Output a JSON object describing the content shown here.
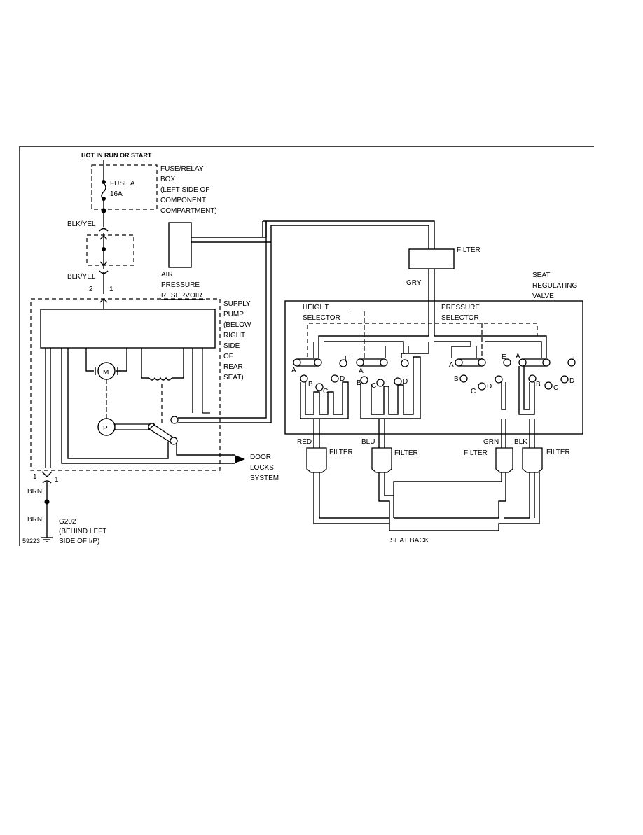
{
  "header": {
    "power_label": "HOT IN RUN OR START"
  },
  "fuse_box": {
    "fuse_name": "FUSE A",
    "fuse_rating": "16A",
    "box_line1": "FUSE/RELAY",
    "box_line2": "BOX",
    "box_line3": "(LEFT SIDE OF",
    "box_line4": "COMPONENT",
    "box_line5": "COMPARTMENT)"
  },
  "wires": {
    "blk_yel_upper": "BLK/YEL",
    "blk_yel_lower": "BLK/YEL",
    "brn_upper": "BRN",
    "brn_lower": "BRN",
    "red": "RED",
    "blu": "BLU",
    "grn": "GRN",
    "blk": "BLK",
    "gry": "GRY"
  },
  "connector": {
    "pin_2": "2",
    "pin_1_top": "1",
    "pin_1_left": "1",
    "pin_1_right": "1"
  },
  "reservoir": {
    "line1": "AIR",
    "line2": "PRESSURE",
    "line3": "RESERVOIR"
  },
  "supply_pump": {
    "line1": "SUPPLY",
    "line2": "PUMP",
    "line3": "(BELOW",
    "line4": "RIGHT",
    "line5": "SIDE",
    "line6": "OF",
    "line7": "REAR",
    "line8": "SEAT)",
    "motor_symbol": "M",
    "pump_symbol": "P"
  },
  "door_locks": {
    "line1": "DOOR",
    "line2": "LOCKS",
    "line3": "SYSTEM"
  },
  "ground": {
    "name": "G202",
    "line2": "(BEHIND LEFT",
    "line3": "SIDE OF I/P)"
  },
  "filters": {
    "top": "FILTER",
    "red": "FILTER",
    "blu": "FILTER",
    "grn": "FILTER",
    "blk": "FILTER"
  },
  "valve": {
    "line1": "SEAT",
    "line2": "REGULATING",
    "line3": "VALVE",
    "height_line1": "HEIGHT",
    "height_line2": "SELECTOR",
    "pressure_line1": "PRESSURE",
    "pressure_line2": "SELECTOR",
    "stray_mark": "·"
  },
  "port_labels": {
    "h1": {
      "a": "A",
      "b": "B",
      "c": "C",
      "d": "D",
      "e": "E"
    },
    "h2": {
      "a": "A",
      "b": "B",
      "c": "C",
      "d": "D",
      "e": "E"
    },
    "p1": {
      "a": "A",
      "b": "B",
      "c": "C",
      "d": "D",
      "e": "E"
    },
    "p2": {
      "a": "A",
      "b": "B",
      "c": "C",
      "d": "D",
      "e": "E"
    }
  },
  "seat_back": "SEAT BACK",
  "figure_id": "59223"
}
